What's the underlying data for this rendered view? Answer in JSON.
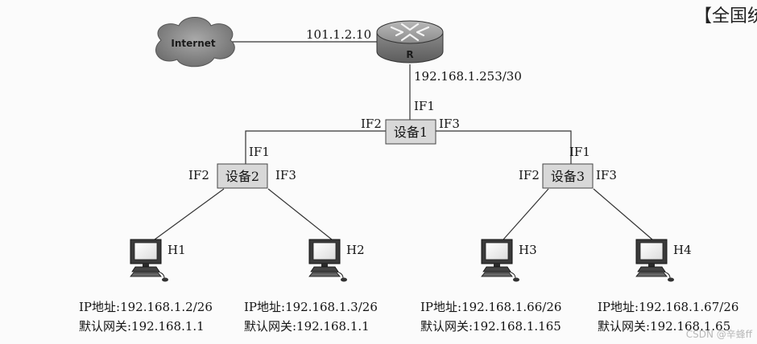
{
  "corner_text": "【全国统",
  "internet_label": "Internet",
  "router": {
    "label": "R",
    "wan_ip": "101.1.2.10",
    "lan_ip": "192.168.1.253/30"
  },
  "device1": {
    "name": "设备1",
    "if_up": "IF1",
    "if_left": "IF2",
    "if_right": "IF3"
  },
  "device2": {
    "name": "设备2",
    "if_up": "IF1",
    "if_left": "IF2",
    "if_right": "IF3"
  },
  "device3": {
    "name": "设备3",
    "if_up": "IF1",
    "if_left": "IF2",
    "if_right": "IF3"
  },
  "hosts": [
    {
      "name": "H1",
      "ip": "IP地址:192.168.1.2/26",
      "gateway": "默认网关:192.168.1.1"
    },
    {
      "name": "H2",
      "ip": "IP地址:192.168.1.3/26",
      "gateway": "默认网关:192.168.1.1"
    },
    {
      "name": "H3",
      "ip": "IP地址:192.168.1.66/26",
      "gateway": "默认网关:192.168.1.165"
    },
    {
      "name": "H4",
      "ip": "IP地址:192.168.1.67/26",
      "gateway": "默认网关:192.168.1.65"
    }
  ],
  "watermark": "CSDN @辛蜂ff"
}
